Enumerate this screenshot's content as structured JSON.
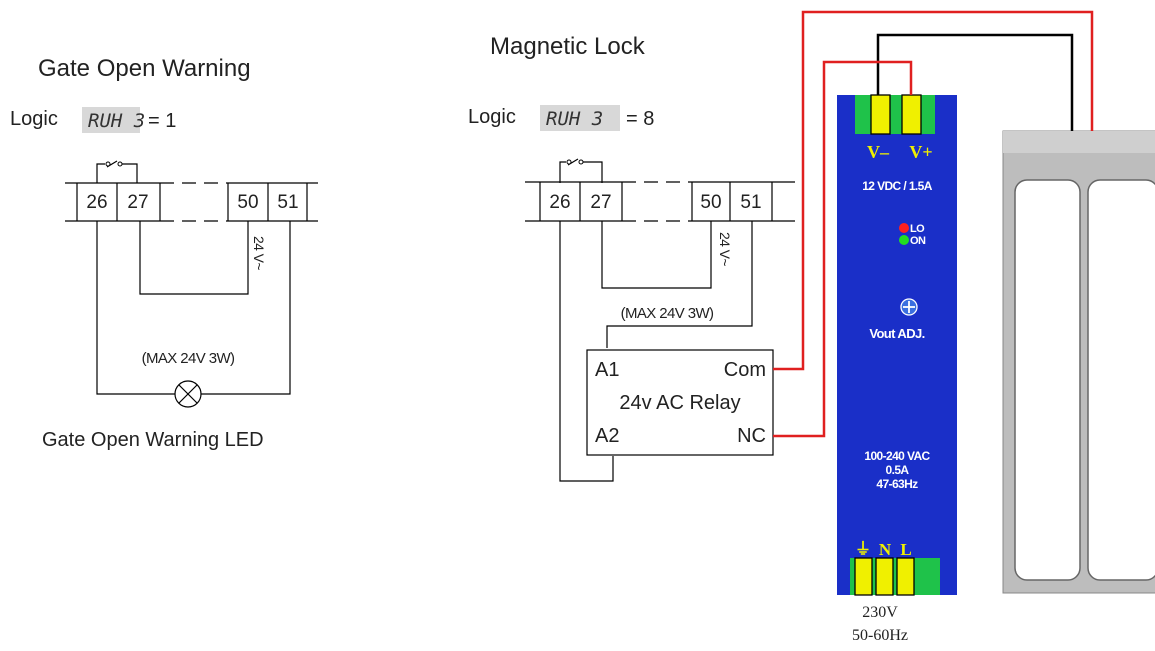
{
  "left": {
    "title": "Gate Open Warning",
    "logic_label": "Logic",
    "logic_code": "RUH 3",
    "logic_value": "= 1",
    "terminals": [
      "26",
      "27",
      "50",
      "51"
    ],
    "voltage": "24 V~",
    "rating": "(MAX 24V 3W)",
    "caption": "Gate Open Warning LED"
  },
  "right": {
    "title": "Magnetic Lock",
    "logic_label": "Logic",
    "logic_code": "RUH 3",
    "logic_value": "= 8",
    "terminals": [
      "26",
      "27",
      "50",
      "51"
    ],
    "voltage": "24 V~",
    "rating": "(MAX 24V 3W)",
    "relay": {
      "a1": "A1",
      "com": "Com",
      "name": "24v AC Relay",
      "a2": "A2",
      "nc": "NC"
    }
  },
  "psu": {
    "vminus": "V–",
    "vplus": "V+",
    "output": "12 VDC / 1.5A",
    "led_lo": "LO",
    "led_on": "ON",
    "adj": "Vout ADJ.",
    "input_1": "100-240 VAC",
    "input_2": "0.5A",
    "input_3": "47-63Hz",
    "earth": "⏚",
    "n": "N",
    "l": "L",
    "mains_1": "230V",
    "mains_2": "50-60Hz"
  },
  "colors": {
    "wire_red": "#e02020",
    "wire_black": "#000000",
    "psu_blue": "#1a2fc8",
    "terminal_yellow": "#f0f000",
    "terminal_green": "#1fc24a",
    "led_red": "#ff2020",
    "led_green": "#22dd22",
    "lcd_bg": "#d8d8d8"
  }
}
